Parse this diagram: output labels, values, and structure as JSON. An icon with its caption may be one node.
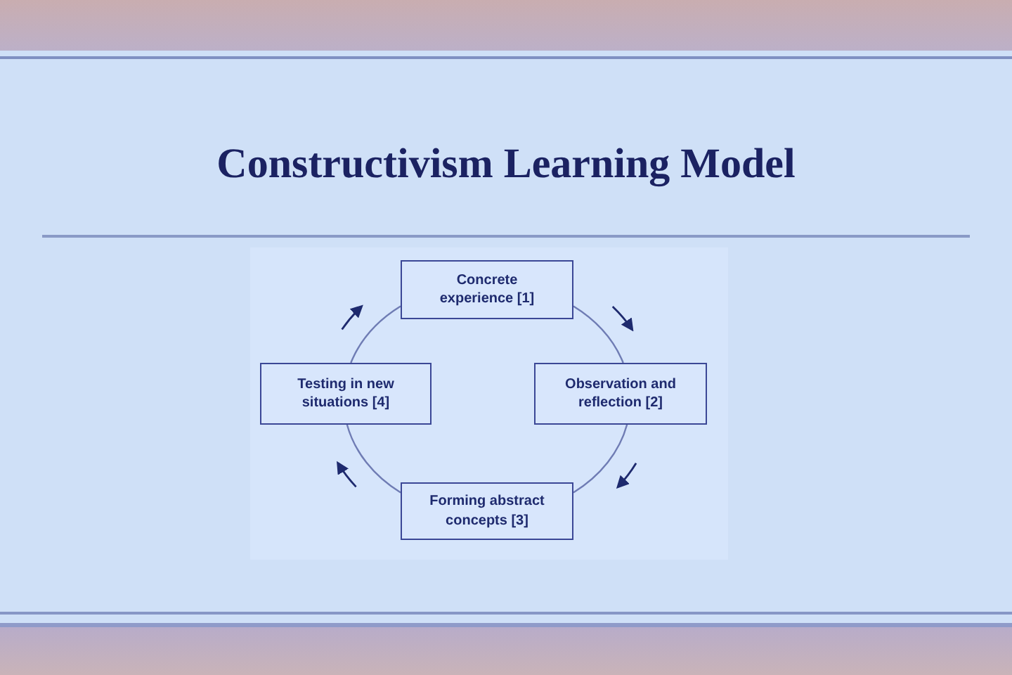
{
  "diagram": {
    "title": "Constructivism Learning Model",
    "nodes": [
      {
        "text": [
          "Concrete experience [1]"
        ]
      },
      {
        "text": [
          "Observation and reflection [2]"
        ]
      },
      {
        "text": [
          "Forming abstract concepts [3]"
        ]
      },
      {
        "text": [
          "Testing in new situations [4]"
        ]
      }
    ],
    "edges": [
      {
        "from": 0,
        "to": 1,
        "arrow": "none"
      },
      {
        "from": 1,
        "to": 2,
        "arrow": "none"
      },
      {
        "from": 2,
        "to": 3,
        "arrow": "none"
      },
      {
        "from": 3,
        "to": 0,
        "arrow": "none"
      }
    ]
  }
}
